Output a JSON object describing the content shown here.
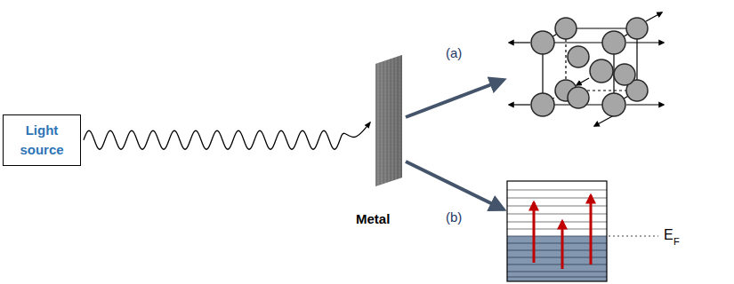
{
  "diagram": {
    "nodes": [
      {
        "text": [
          "Light source"
        ]
      },
      {
        "text": [
          "Metal"
        ]
      }
    ],
    "edges": [
      {
        "from": 0,
        "to": 1,
        "arrow": "to"
      }
    ],
    "labels": [
      "(a)",
      "(b)",
      "E",
      "F"
    ]
  }
}
